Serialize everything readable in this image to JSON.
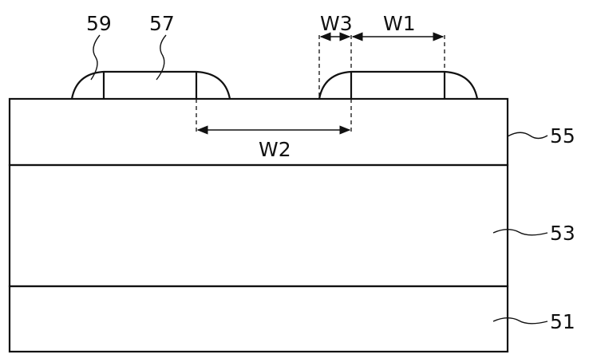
{
  "labels": {
    "layer_top": "55",
    "layer_middle": "53",
    "layer_bottom": "51",
    "spacer": "59",
    "gate": "57",
    "width_w1": "W1",
    "width_w2": "W2",
    "width_w3": "W3"
  }
}
